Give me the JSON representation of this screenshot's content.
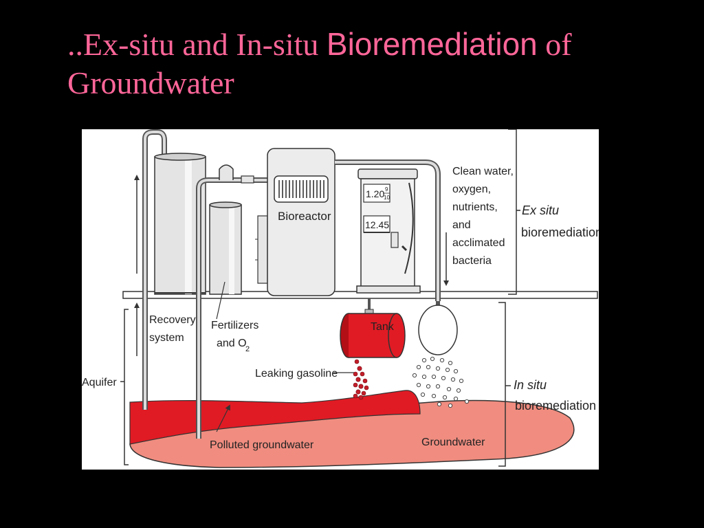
{
  "slide": {
    "title_part1": "..Ex-situ and In-situ ",
    "title_part2": "Bioremediation",
    "title_part3": " of",
    "title_line2": "Groundwater",
    "title_color": "#ff6699"
  },
  "diagram": {
    "colors": {
      "pollution": "#e01b24",
      "groundwater": "#f08d80",
      "outline": "#333333",
      "background": "#ffffff"
    },
    "labels": {
      "bioreactor": "Bioreactor",
      "pump_price": "1.20",
      "pump_fraction_num": "9",
      "pump_fraction_den": "10",
      "pump_total": "12.45",
      "clean_water_lines": [
        "Clean water,",
        "oxygen,",
        "nutrients,",
        "and",
        "acclimated",
        "bacteria"
      ],
      "ex_situ_italic": "Ex situ",
      "ex_situ_sub": "bioremediation",
      "recovery_line1": "Recovery",
      "recovery_line2": "system",
      "fertilizers_line1": "Fertilizers",
      "fertilizers_line2": "and O",
      "fertilizers_sub": "2",
      "tank": "Tank",
      "leaking": "Leaking gasoline",
      "aquifer": "Aquifer",
      "in_situ_italic": "In situ",
      "in_situ_sub": "bioremediation",
      "polluted": "Polluted groundwater",
      "groundwater": "Groundwater"
    }
  }
}
